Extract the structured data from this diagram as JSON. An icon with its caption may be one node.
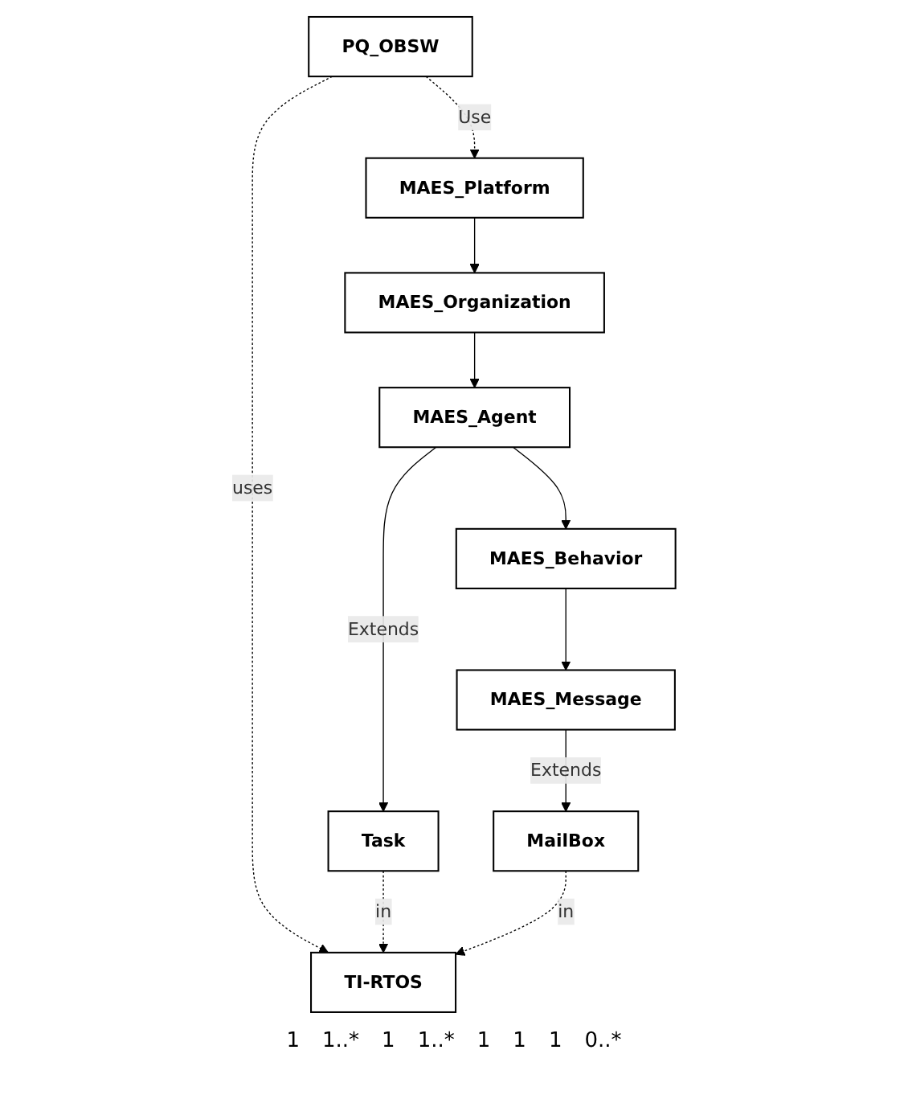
{
  "diagram": {
    "nodes": [
      {
        "text": [
          "MAES_Platform"
        ]
      },
      {
        "text": [
          "PQ_OBSW"
        ]
      },
      {
        "text": [
          "MAES_Organization"
        ]
      },
      {
        "text": [
          "TI-RTOS"
        ]
      },
      {
        "text": [
          "MAES_Agent"
        ]
      },
      {
        "text": [
          "Task"
        ]
      },
      {
        "text": [
          "MailBox"
        ]
      },
      {
        "text": [
          "MAES_Behavior"
        ]
      },
      {
        "text": [
          "MAES_Message"
        ]
      }
    ],
    "edges": [
      {
        "from": 1,
        "to": 0,
        "arrow": "to",
        "label": "Use",
        "style": "dashed"
      },
      {
        "from": 0,
        "to": 2,
        "arrow": "to"
      },
      {
        "from": 1,
        "to": 3,
        "arrow": "to",
        "label": "uses",
        "style": "dashed"
      },
      {
        "from": 2,
        "to": 4,
        "arrow": "to"
      },
      {
        "from": 5,
        "to": 3,
        "arrow": "to",
        "label": "in",
        "style": "dashed"
      },
      {
        "from": 6,
        "to": 3,
        "arrow": "to",
        "label": "in",
        "style": "dashed"
      },
      {
        "from": 4,
        "to": 5,
        "arrow": "to",
        "label": "Extends"
      },
      {
        "from": 4,
        "to": 7,
        "arrow": "to"
      },
      {
        "from": 8,
        "to": 6,
        "arrow": "to",
        "label": "Extends"
      },
      {
        "from": 7,
        "to": 8,
        "arrow": "to"
      }
    ],
    "labels": [
      "1",
      "1..*",
      "1",
      "1..*",
      "1",
      "1",
      "1",
      "0..*"
    ]
  }
}
